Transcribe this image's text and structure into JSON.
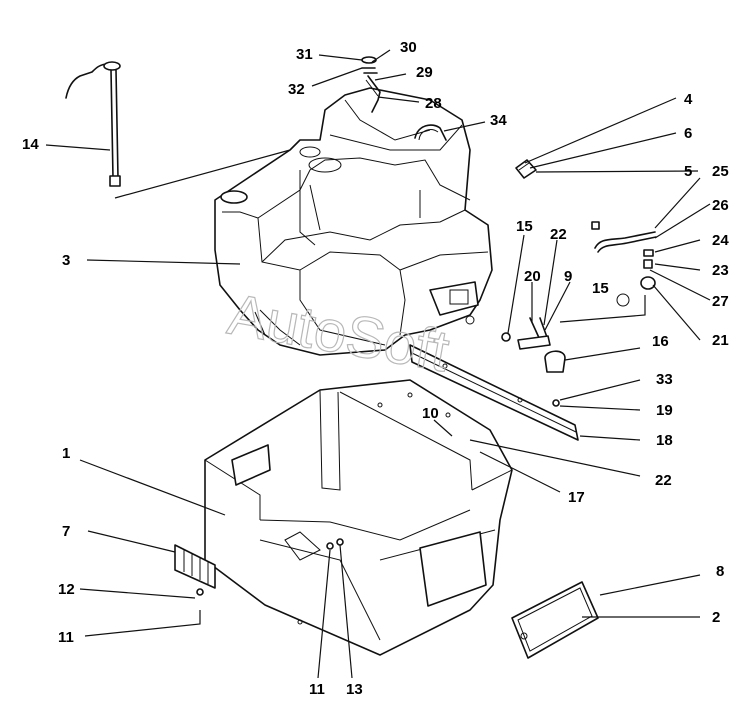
{
  "watermark": "AutoSoft",
  "callouts": [
    {
      "id": "31",
      "label": "31"
    },
    {
      "id": "30",
      "label": "30"
    },
    {
      "id": "32",
      "label": "32"
    },
    {
      "id": "29",
      "label": "29"
    },
    {
      "id": "28",
      "label": "28"
    },
    {
      "id": "34",
      "label": "34"
    },
    {
      "id": "4",
      "label": "4"
    },
    {
      "id": "6",
      "label": "6"
    },
    {
      "id": "5",
      "label": "5"
    },
    {
      "id": "14",
      "label": "14"
    },
    {
      "id": "25",
      "label": "25"
    },
    {
      "id": "26",
      "label": "26"
    },
    {
      "id": "24",
      "label": "24"
    },
    {
      "id": "23",
      "label": "23"
    },
    {
      "id": "27",
      "label": "27"
    },
    {
      "id": "21",
      "label": "21"
    },
    {
      "id": "15a",
      "label": "15"
    },
    {
      "id": "22a",
      "label": "22"
    },
    {
      "id": "20",
      "label": "20"
    },
    {
      "id": "9",
      "label": "9"
    },
    {
      "id": "15b",
      "label": "15"
    },
    {
      "id": "3",
      "label": "3"
    },
    {
      "id": "16",
      "label": "16"
    },
    {
      "id": "33",
      "label": "33"
    },
    {
      "id": "19",
      "label": "19"
    },
    {
      "id": "18",
      "label": "18"
    },
    {
      "id": "10",
      "label": "10"
    },
    {
      "id": "22b",
      "label": "22"
    },
    {
      "id": "17",
      "label": "17"
    },
    {
      "id": "1",
      "label": "1"
    },
    {
      "id": "7",
      "label": "7"
    },
    {
      "id": "8",
      "label": "8"
    },
    {
      "id": "2",
      "label": "2"
    },
    {
      "id": "12",
      "label": "12"
    },
    {
      "id": "11a",
      "label": "11"
    },
    {
      "id": "11b",
      "label": "11"
    },
    {
      "id": "13",
      "label": "13"
    }
  ]
}
